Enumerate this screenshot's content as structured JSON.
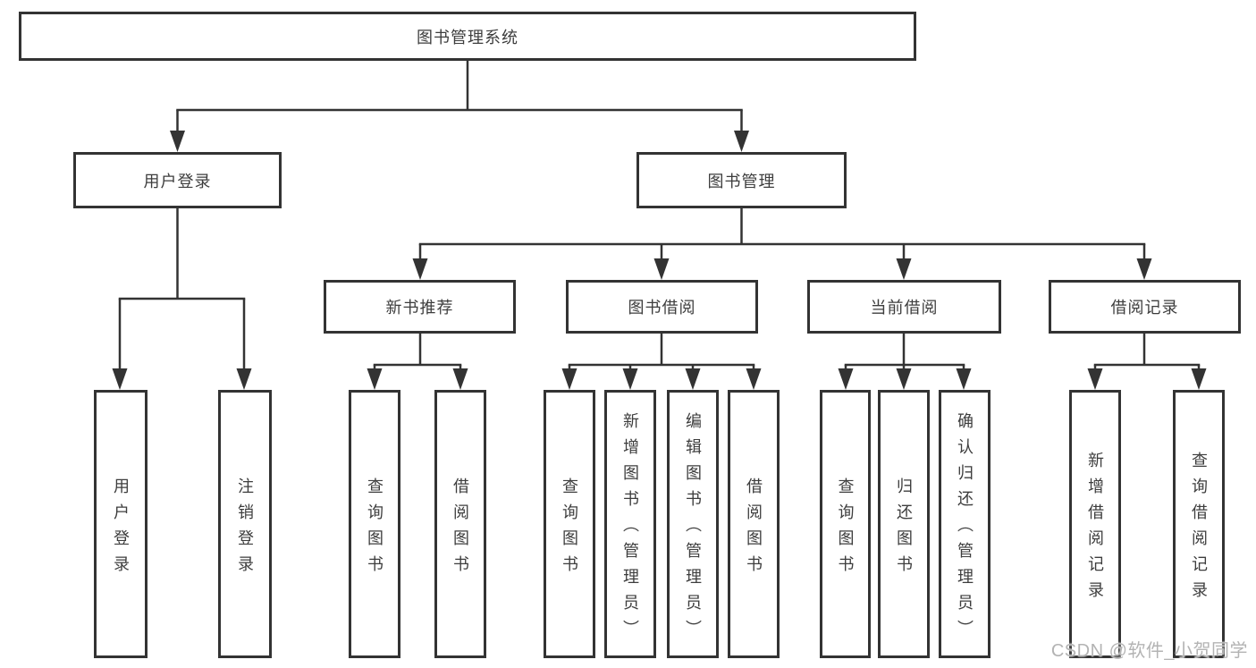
{
  "diagram_title": "图书管理系统",
  "colors": {
    "line": "#333333",
    "text": "#3d3d3d",
    "watermark": "#b3b3b3",
    "background": "#ffffff"
  },
  "tree": {
    "root": {
      "label": "图书管理系统"
    },
    "branches": [
      {
        "label": "用户登录",
        "children": [
          {
            "label": "用户登录"
          },
          {
            "label": "注销登录"
          }
        ]
      },
      {
        "label": "图书管理",
        "children": [
          {
            "label": "新书推荐",
            "children": [
              {
                "label": "查询图书"
              },
              {
                "label": "借阅图书"
              }
            ]
          },
          {
            "label": "图书借阅",
            "children": [
              {
                "label": "查询图书"
              },
              {
                "label": "新增图书（管理员）"
              },
              {
                "label": "编辑图书（管理员）"
              },
              {
                "label": "借阅图书"
              }
            ]
          },
          {
            "label": "当前借阅",
            "children": [
              {
                "label": "查询图书"
              },
              {
                "label": "归还图书"
              },
              {
                "label": "确认归还（管理员）"
              }
            ]
          },
          {
            "label": "借阅记录",
            "children": [
              {
                "label": "新增借阅记录"
              },
              {
                "label": "查询借阅记录"
              }
            ]
          }
        ]
      }
    ]
  },
  "watermark": {
    "text": "CSDN @软件_小贺同学"
  }
}
